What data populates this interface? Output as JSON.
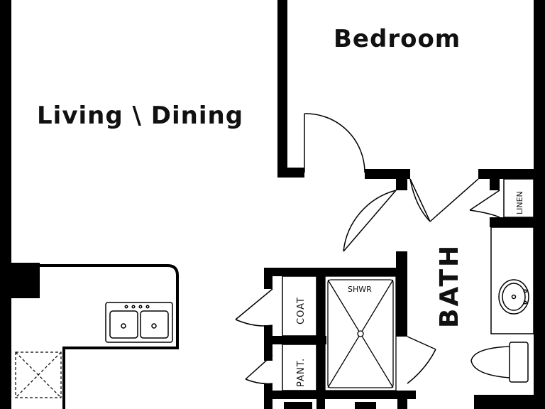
{
  "rooms": {
    "living_dining": "Living \\ Dining",
    "bedroom": "Bedroom",
    "bath": "BATH",
    "shower": "SHWR",
    "coat": "COAT",
    "pantry": "PANT.",
    "linen": "LINEN"
  },
  "colors": {
    "wall": "#000000",
    "background": "#ffffff",
    "line": "#111111"
  }
}
